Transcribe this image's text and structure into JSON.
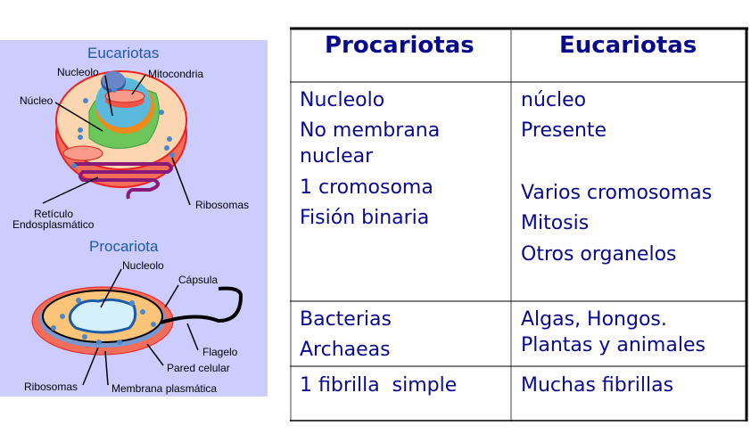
{
  "diagram": {
    "eukaryote": {
      "title": "Eucariotas",
      "labels": {
        "nucleolo": "Nucleolo",
        "mitocondria": "Mitocondria",
        "nucleo": "Núcleo",
        "reticulo_1": "Retículo",
        "reticulo_2": "Endosplasmático",
        "ribosomas": "Ribosomas"
      }
    },
    "prokaryote": {
      "title": "Procariota",
      "labels": {
        "nucleolo": "Nucleolo",
        "capsula": "Cápsula",
        "flagelo": "Flagelo",
        "pared": "Pared celular",
        "ribosomas": "Ribosomas",
        "membrana": "Membrana plasmática"
      }
    },
    "colors": {
      "background": "#ccccff",
      "title": "#1f5aa8"
    }
  },
  "table": {
    "headers": [
      "Procariotas",
      "Eucariotas"
    ],
    "rows": [
      {
        "procariotas": [
          "Nucleolo",
          "No membrana",
          "nuclear",
          "1 cromosoma",
          "Fisión binaria"
        ],
        "eucariotas": [
          "núcleo",
          "Presente",
          "Varios cromosomas",
          "Mitosis",
          "Otros organelos"
        ]
      },
      {
        "procariotas": [
          "Bacterias",
          "Archaeas"
        ],
        "eucariotas": [
          "Algas, Hongos.",
          "Plantas y animales"
        ]
      },
      {
        "procariotas": [
          "1 fibrilla  simple"
        ],
        "eucariotas": [
          "Muchas fibrillas"
        ]
      }
    ],
    "text_color": "#0a0a8c"
  }
}
